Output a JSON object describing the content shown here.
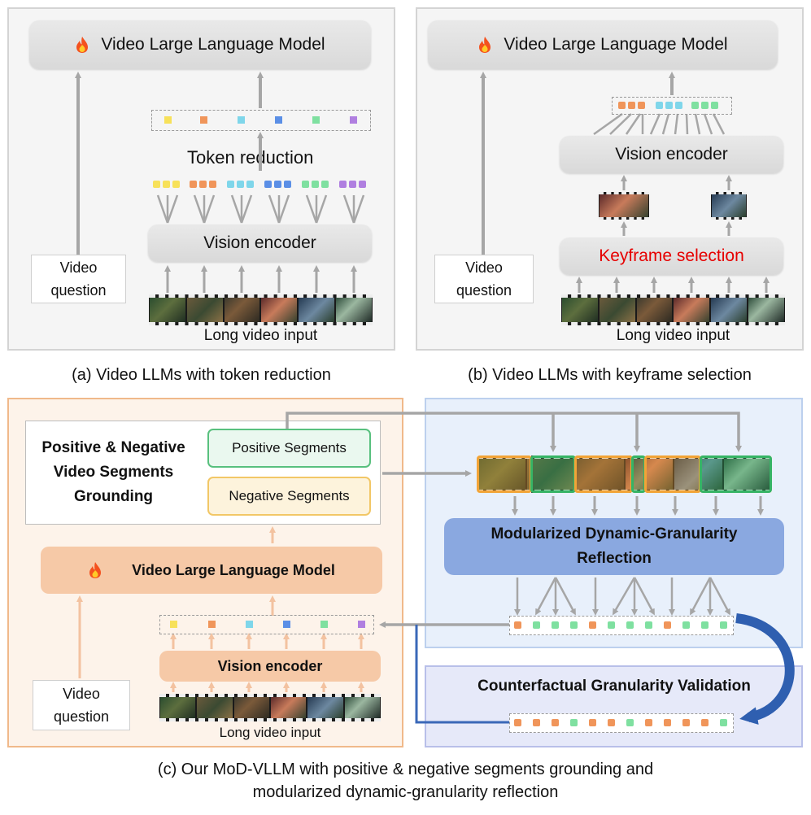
{
  "panel_a": {
    "llm_label": "Video Large Language Model",
    "token_reduction_label": "Token reduction",
    "vision_encoder_label": "Vision encoder",
    "video_question_line1": "Video",
    "video_question_line2": "question",
    "long_video_label": "Long video input",
    "caption": "(a) Video LLMs with token reduction"
  },
  "panel_b": {
    "llm_label": "Video Large Language Model",
    "vision_encoder_label": "Vision encoder",
    "keyframe_label": "Keyframe selection",
    "video_question_line1": "Video",
    "video_question_line2": "question",
    "long_video_label": "Long video input",
    "caption": "(b) Video LLMs with keyframe selection"
  },
  "panel_c": {
    "grounding_line1": "Positive & Negative",
    "grounding_line2": "Video Segments",
    "grounding_line3": "Grounding",
    "positive_label": "Positive Segments",
    "negative_label": "Negative Segments",
    "llm_label": "Video Large Language Model",
    "vision_encoder_label": "Vision encoder",
    "video_question_line1": "Video",
    "video_question_line2": "question",
    "long_video_label": "Long video input"
  },
  "panel_d": {
    "reflection_line1": "Modularized Dynamic-Granularity",
    "reflection_line2": "Reflection",
    "validation_label": "Counterfactual Granularity Validation"
  },
  "caption_c_line1": "(c) Our MoD-VLLM with positive & negative segments grounding and",
  "caption_c_line2": "modularized dynamic-granularity reflection",
  "colors": {
    "red_text": "#e60000",
    "token_yellow": "#f7e15a",
    "token_orange": "#f0955a",
    "token_cyan": "#7fd6ea",
    "token_blue": "#5b8fe6",
    "token_green": "#7fe0a0",
    "token_purple": "#b07fe0",
    "reflection_blue": "#8aa8e0",
    "orange_box": "#f6c9a7"
  },
  "icons": {
    "llm_icon": "fire-icon"
  }
}
